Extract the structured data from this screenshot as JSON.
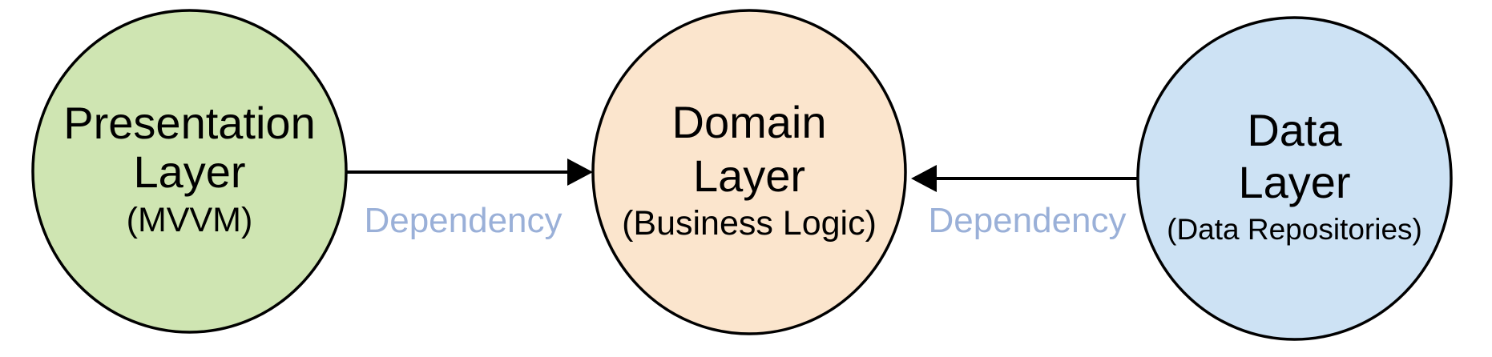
{
  "diagram": {
    "background_color": "#ffffff",
    "outline_color": "#000000",
    "edge_label_color": "#9ab0d8",
    "nodes": [
      {
        "id": "presentation-layer",
        "title_line1": "Presentation",
        "title_line2": "Layer",
        "subtitle": "(MVVM)",
        "fill": "#cfe5b2"
      },
      {
        "id": "domain-layer",
        "title_line1": "Domain",
        "title_line2": "Layer",
        "subtitle": "(Business Logic)",
        "fill": "#fbe5cd"
      },
      {
        "id": "data-layer",
        "title_line1": "Data",
        "title_line2": "Layer",
        "subtitle": "(Data Repositories)",
        "fill": "#cde2f4"
      }
    ],
    "edges": [
      {
        "from": "presentation-layer",
        "to": "domain-layer",
        "label": "Dependency"
      },
      {
        "from": "data-layer",
        "to": "domain-layer",
        "label": "Dependency"
      }
    ]
  }
}
